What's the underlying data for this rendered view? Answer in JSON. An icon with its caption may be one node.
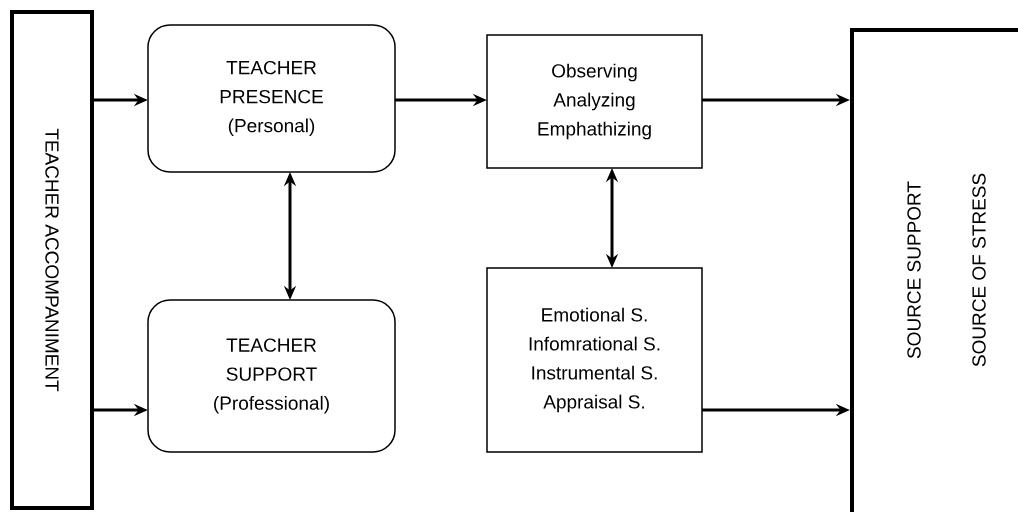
{
  "diagram": {
    "nodes": [
      {
        "text": [
          "TEACHER ACCOMPANIMENT"
        ]
      },
      {
        "text": [
          "TEACHER PRESENCE (Personal)"
        ]
      },
      {
        "text": [
          "Observing Analyzing Emphathizing"
        ]
      },
      {
        "text": [
          "TEACHER SUPPORT (Professional)"
        ]
      },
      {
        "text": [
          "Emotional S. Infomrational S. Instrumental S. Appraisal S."
        ]
      },
      {
        "text": [
          "SOURCE SUPPORT",
          "SOURCE OF STRESS"
        ]
      }
    ],
    "edges": [
      {
        "from": 0,
        "to": 1,
        "arrow": "to"
      },
      {
        "from": 0,
        "to": 3,
        "arrow": "to"
      },
      {
        "from": 1,
        "to": 2,
        "arrow": "to"
      },
      {
        "from": 1,
        "to": 3,
        "arrow": "both"
      },
      {
        "from": 2,
        "to": 4,
        "arrow": "both"
      },
      {
        "from": 2,
        "to": 5,
        "arrow": "to"
      },
      {
        "from": 4,
        "to": 5,
        "arrow": "to"
      }
    ]
  }
}
